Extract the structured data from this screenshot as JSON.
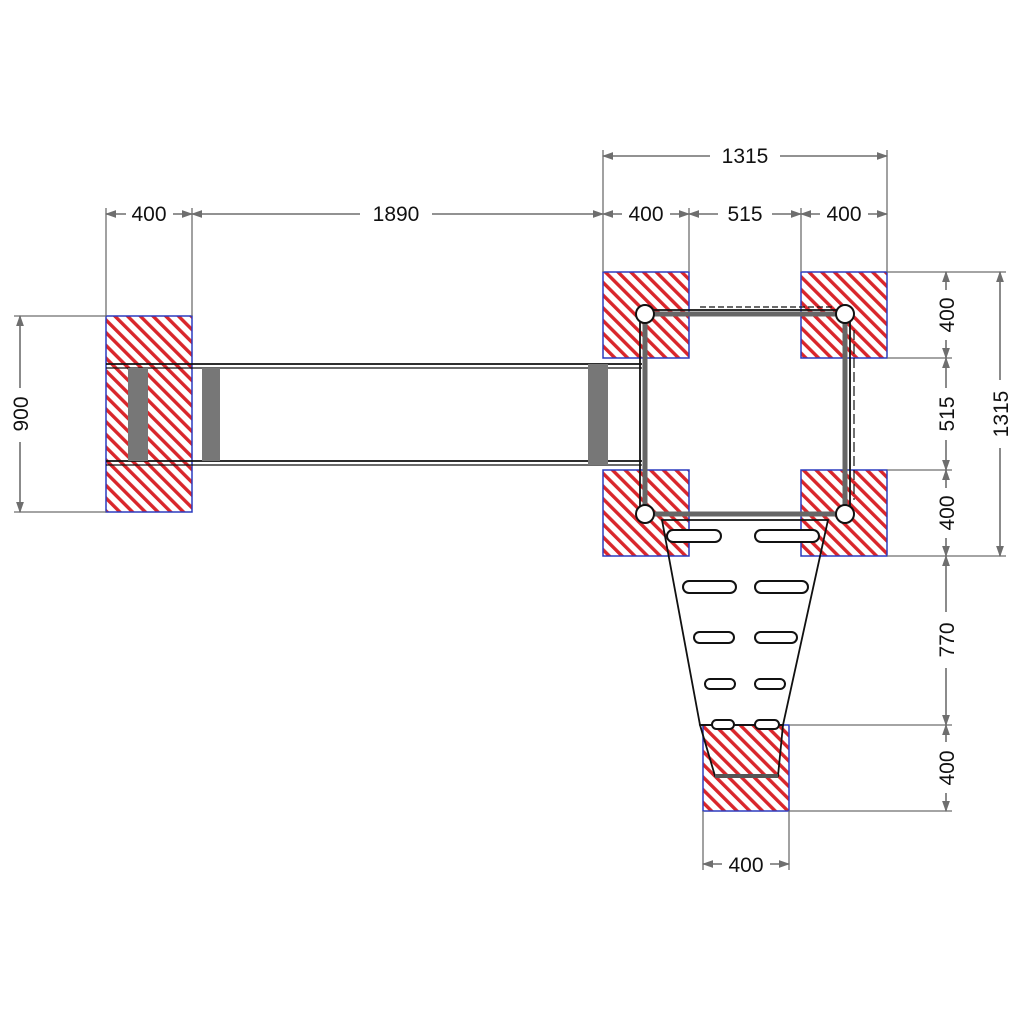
{
  "colors": {
    "hatch_red": "#d9262b",
    "footing_border": "#2b3bbf",
    "dimension_gray": "#6e6e6e",
    "beam_gray": "#777777"
  },
  "dimensions": {
    "top_overall": "1315",
    "top_left_block": "400",
    "top_span": "1890",
    "top_right_block_a": "400",
    "top_gap": "515",
    "top_right_block_b": "400",
    "left_height": "900",
    "right_upper_block": "400",
    "right_gap": "515",
    "right_lower_block": "400",
    "right_overall": "1315",
    "right_ladder": "770",
    "right_bottom_block": "400",
    "bottom_block_width": "400"
  }
}
